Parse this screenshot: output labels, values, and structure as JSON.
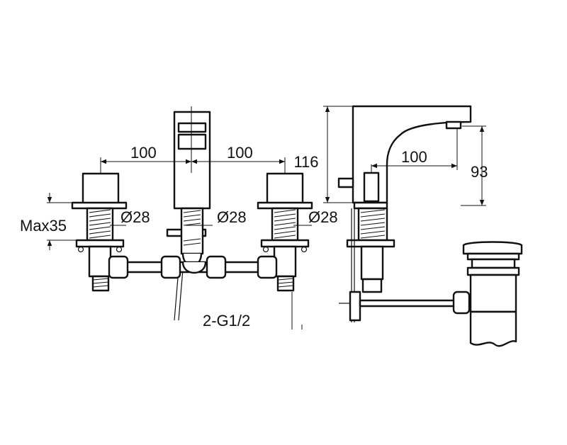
{
  "dimensions": {
    "left_spacing": "100",
    "right_spacing": "100",
    "height": "116",
    "spout_reach": "100",
    "spout_height": "93",
    "max_thickness": "Max35",
    "hole_left": "Ø28",
    "hole_center": "Ø28",
    "hole_right": "Ø28",
    "connection": "2-G1/2"
  },
  "colors": {
    "line": "#111111",
    "background": "#ffffff"
  }
}
